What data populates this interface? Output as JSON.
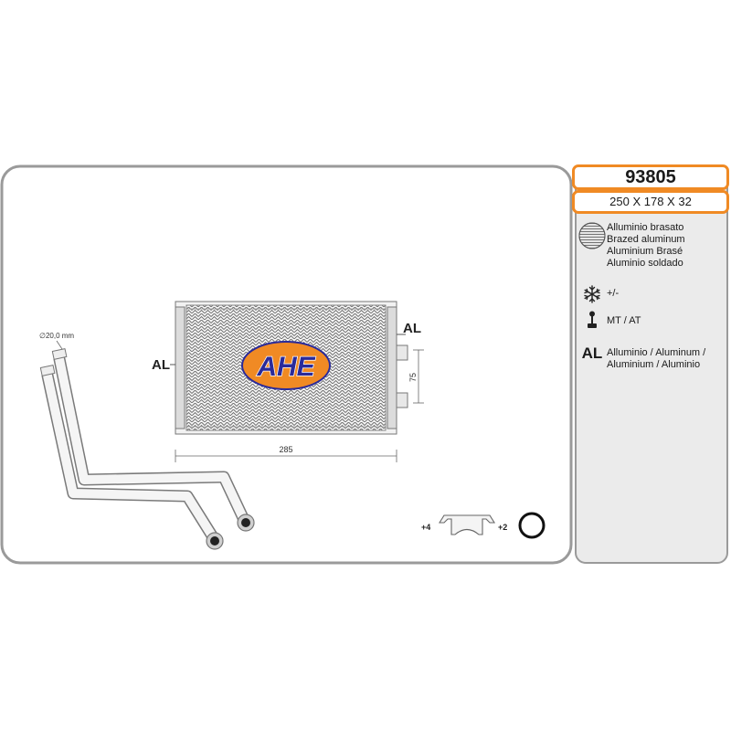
{
  "product": {
    "part_number": "93805",
    "dimensions": "250 X 178 X 32"
  },
  "brand": {
    "logo_text": "AHE",
    "colors": {
      "logo_fill": "#f08a24",
      "logo_text": "#2a2a9a",
      "accent": "#f08a24"
    }
  },
  "drawing": {
    "core_material_left": "AL",
    "core_material_right": "AL",
    "width_label": "285",
    "port_spacing_label": "75",
    "pipe_diameter_label": "∅20,0 mm",
    "clip_qty": "+4",
    "oring_qty": "+2"
  },
  "specs": {
    "brazed_lines": [
      "Alluminio brasato",
      "Brazed aluminum",
      "Aluminium Brasé",
      "Aluminio soldado"
    ],
    "ac": "+/-",
    "transmission": "MT / AT",
    "material_icon": "AL",
    "material_lines": [
      "Alluminio  / Aluminum /",
      "Aluminium / Aluminio"
    ]
  },
  "icons": {
    "brazed": "brazed-core-icon",
    "ac": "snowflake-icon",
    "transmission": "gear-lever-icon",
    "material": "aluminium-icon"
  }
}
